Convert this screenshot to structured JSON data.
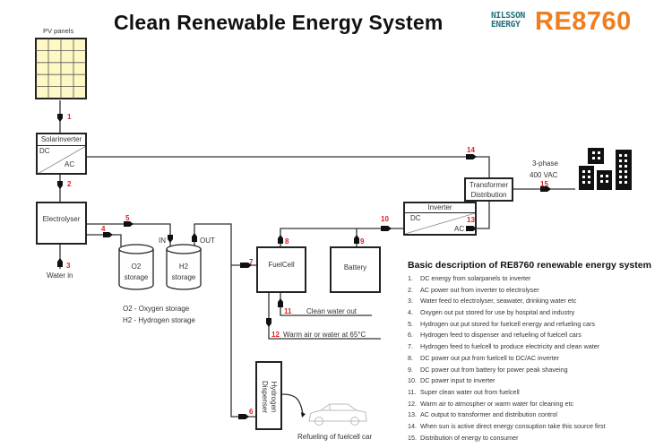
{
  "header": {
    "title": "Clean Renewable Energy System",
    "logo_line1": "NILSSON",
    "logo_line2": "ENERGY",
    "product": "RE8760",
    "brand_teal": "#1f6f78",
    "brand_orange": "#f07d1e"
  },
  "components": {
    "pv_panels": "PV panels",
    "solarinverter": {
      "title": "Solarinverter",
      "dc": "DC",
      "ac": "AC"
    },
    "electrolyser": "Electrolyser",
    "water_in": "Water in",
    "o2_storage": {
      "line1": "O2",
      "line2": "storage"
    },
    "h2_storage": {
      "line1": "H2",
      "line2": "storage"
    },
    "h2_in": "IN",
    "h2_out": "OUT",
    "legend_o2": "O2 - Oxygen storage",
    "legend_h2": "H2 - Hydrogen storage",
    "fuelcell": "FuelCell",
    "battery": "Battery",
    "inverter": {
      "title": "Inverter",
      "dc": "DC",
      "ac": "AC"
    },
    "transformer": {
      "line1": "Transformer",
      "line2": "Distribution"
    },
    "grid_line1": "3-phase",
    "grid_line2": "400 VAC",
    "clean_water_out": "Clean water out",
    "warm_air": "Warm air or water at 65°C",
    "dispenser": {
      "line1": "Hydrogen",
      "line2": "Dispenser"
    },
    "refueling": "Refueling of fuelcell car",
    "buildings_icon": "city-buildings-icon",
    "car_icon": "car-icon"
  },
  "flow_numbers": [
    "1",
    "2",
    "3",
    "4",
    "5",
    "6",
    "7",
    "8",
    "9",
    "10",
    "11",
    "12",
    "13",
    "14",
    "15"
  ],
  "description": {
    "title": "Basic description of RE8760 renewable energy system",
    "items": [
      {
        "n": "1.",
        "text": "DC energy from solarpanels to inverter"
      },
      {
        "n": "2.",
        "text": "AC power out from inverter to electrolyser"
      },
      {
        "n": "3.",
        "text": "Water feed to electrolyser, seawater, drinking water etc"
      },
      {
        "n": "4.",
        "text": "Oxygen out put stored for use by hospital and industry"
      },
      {
        "n": "5.",
        "text": "Hydrogen out put stored for fuelcell energy and refueling cars"
      },
      {
        "n": "6.",
        "text": "Hydrogen feed to dispenser and refueling of fuelcell cars"
      },
      {
        "n": "7.",
        "text": "Hydrogen feed to fuelcell to produce electricity and clean water"
      },
      {
        "n": "8.",
        "text": "DC power out put from fuelcell to DC/AC inverter"
      },
      {
        "n": "9.",
        "text": "DC power out from battery for power peak shaveing"
      },
      {
        "n": "10.",
        "text": "DC power input to inverter"
      },
      {
        "n": "11.",
        "text": "Super clean water out from fuelcell"
      },
      {
        "n": "12.",
        "text": "Warm air to atmospher or warm water for cleaning etc"
      },
      {
        "n": "13.",
        "text": "AC output to transformer and distribution control"
      },
      {
        "n": "14.",
        "text": "When sun is active direct energy consuption take this source first"
      },
      {
        "n": "15.",
        "text": "Distribution of energy to consumer"
      }
    ]
  }
}
